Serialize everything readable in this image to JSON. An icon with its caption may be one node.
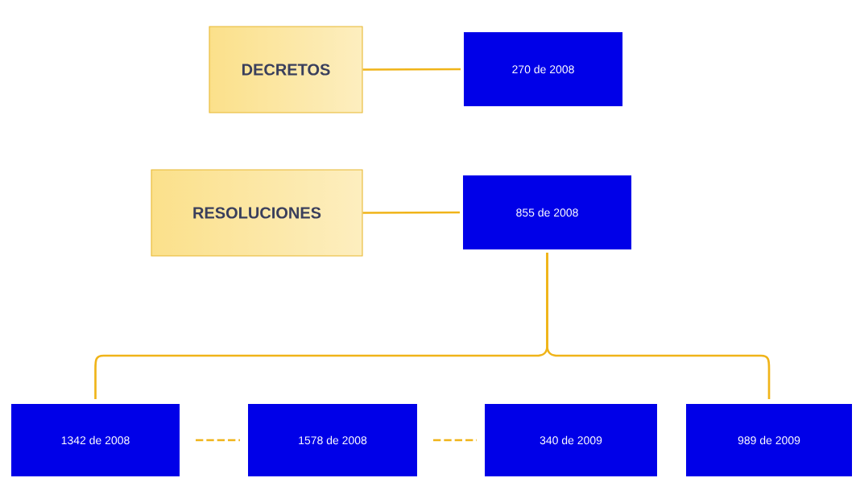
{
  "diagram": {
    "nodes": [
      {
        "text": [
          "DECRETOS"
        ]
      },
      {
        "text": [
          "270 de 2008"
        ]
      },
      {
        "text": [
          "RESOLUCIONES"
        ]
      },
      {
        "text": [
          "855 de 2008"
        ]
      },
      {
        "text": [
          "1342 de 2008"
        ]
      },
      {
        "text": [
          "1578 de 2008"
        ]
      },
      {
        "text": [
          "340 de 2009"
        ]
      },
      {
        "text": [
          "989 de 2009"
        ]
      }
    ],
    "edges": [
      {
        "from": 0,
        "to": 1,
        "arrow": "none"
      },
      {
        "from": 2,
        "to": 3,
        "arrow": "none"
      },
      {
        "from": 3,
        "to": 4,
        "arrow": "none"
      },
      {
        "from": 3,
        "to": 7,
        "arrow": "none"
      },
      {
        "from": 4,
        "to": 5,
        "arrow": "none",
        "style": "dashed"
      },
      {
        "from": 5,
        "to": 6,
        "arrow": "none",
        "style": "dashed"
      }
    ]
  }
}
